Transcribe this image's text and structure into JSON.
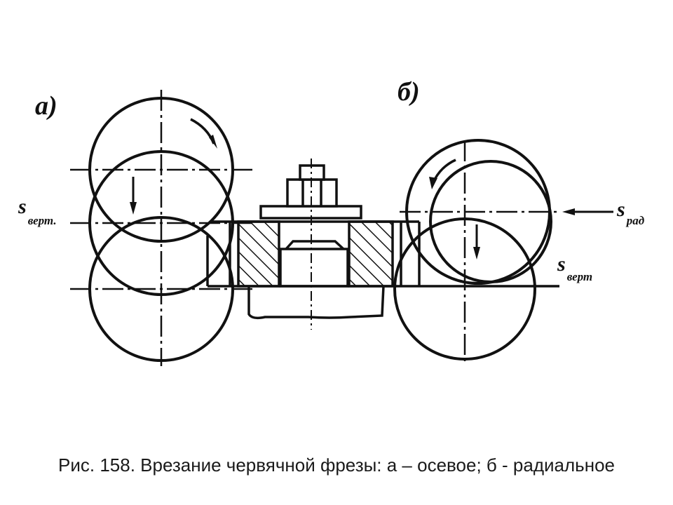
{
  "labels": {
    "a": "а)",
    "b": "б)",
    "s_vert_left": "s",
    "s_vert_left_sub": "верт.",
    "s_rad": "s",
    "s_rad_sub": "рад",
    "s_vert_right": "s",
    "s_vert_right_sub": "верт"
  },
  "caption": "Рис. 158. Врезание червячной фрезы: а – осевое; б - радиальное"
}
